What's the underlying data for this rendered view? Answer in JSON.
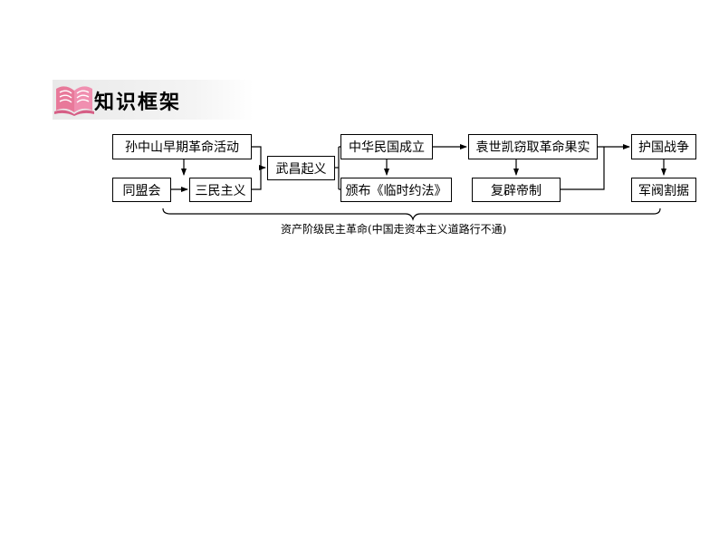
{
  "header": {
    "title": "知识框架",
    "icon": "open-book-icon"
  },
  "nodes": {
    "sun_activities": "孙中山早期革命活动",
    "tongmenghui": "同盟会",
    "three_principles": "三民主义",
    "wuchang": "武昌起义",
    "roc_founded": "中华民国成立",
    "provisional_law": "颁布《临时约法》",
    "yuan_usurp": "袁世凯窃取革命果实",
    "monarchy_restore": "复辟帝制",
    "protect_nation_war": "护国战争",
    "warlords": "军阀割据"
  },
  "footer": {
    "label": "资产阶级民主革命(中国走资本主义道路行不通)"
  },
  "colors": {
    "icon_pink": "#e8799a",
    "line": "#000000"
  }
}
